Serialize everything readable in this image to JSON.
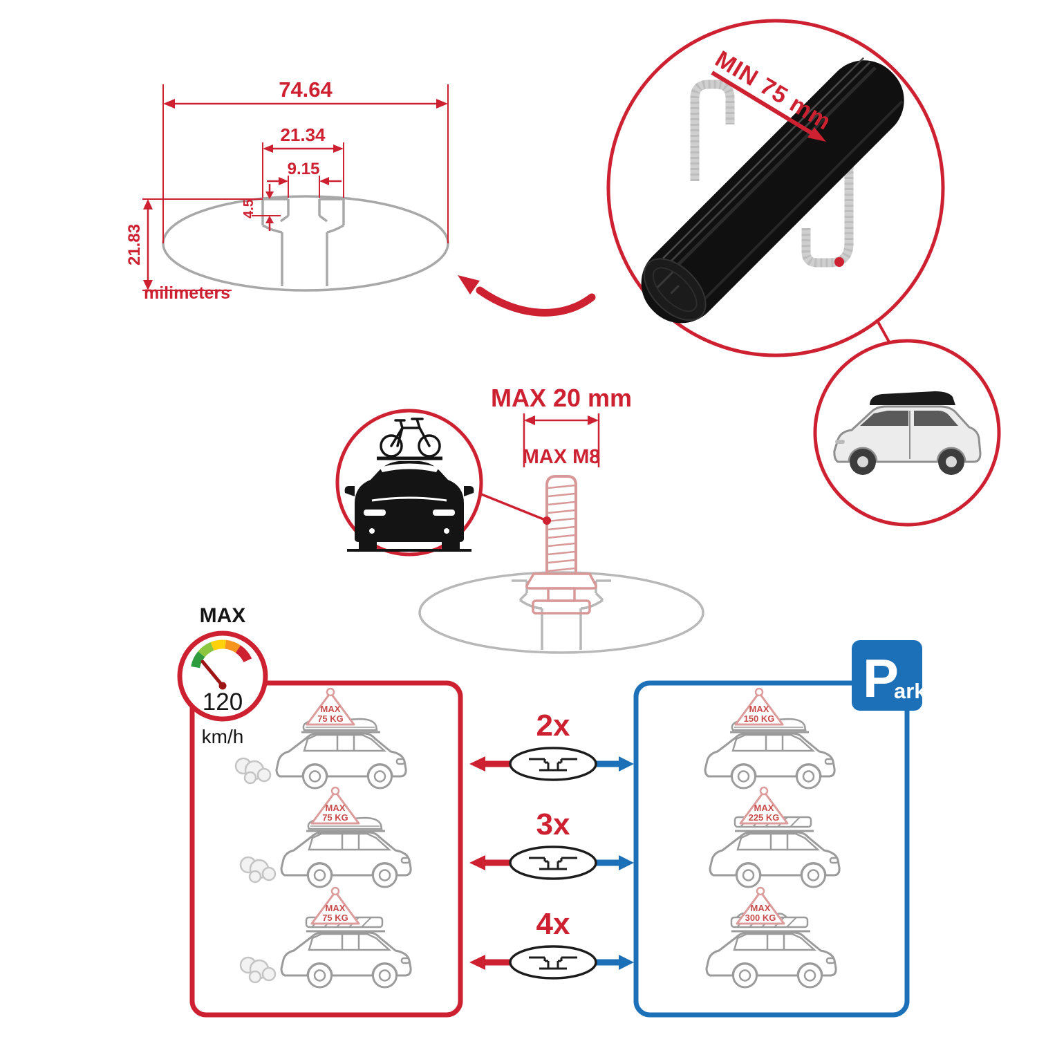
{
  "colors": {
    "accent_red": "#cd2030",
    "accent_blue": "#1c70b8",
    "profile_gray": "#a8a8a8",
    "bolt_pink": "#d89898",
    "bar_black": "#101010"
  },
  "cross_section": {
    "total_width": "74.64",
    "slot_outer_width": "21.34",
    "slot_opening": "9.15",
    "lip_depth": "4.5",
    "total_height": "21.83",
    "units": "milimeters"
  },
  "bar_view": {
    "min_span": "MIN 75 mm"
  },
  "bolt_view": {
    "max_width": "MAX 20 mm",
    "max_thread": "MAX M8"
  },
  "speed": {
    "label": "MAX",
    "value": "120",
    "unit": "km/h"
  },
  "park": {
    "p": "P",
    "ark": "ark"
  },
  "driving_cars": [
    {
      "line1": "MAX",
      "line2": "75 KG"
    },
    {
      "line1": "MAX",
      "line2": "75 KG"
    },
    {
      "line1": "MAX",
      "line2": "75 KG"
    }
  ],
  "parked_cars": [
    {
      "line1": "MAX",
      "line2": "150 KG"
    },
    {
      "line1": "MAX",
      "line2": "225 KG"
    },
    {
      "line1": "MAX",
      "line2": "300 KG"
    }
  ],
  "bar_counts": [
    "2x",
    "3x",
    "4x"
  ],
  "icons": {
    "speedometer": "gauge-dial",
    "park_sign": "parking-P",
    "bike_car": "car-front-with-bike",
    "suv_roofbox": "suv-with-roof-box"
  }
}
